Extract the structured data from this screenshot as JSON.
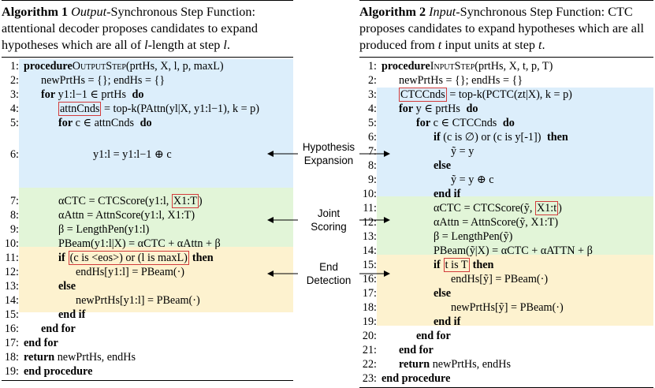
{
  "alg1": {
    "caption_label": "Algorithm 1",
    "caption_em": "Output",
    "caption_rest": "-Synchronous Step Function: attentional decoder proposes candidates to expand hypotheses which are all of ",
    "caption_var": "l",
    "caption_end": "-length at step ",
    "caption_var2": "l",
    "caption_dot": ".",
    "lines": [
      {
        "n": "1:",
        "kw": "procedure",
        "sc": "OutputStep",
        "rest": "(prtHs, X, l, p, maxL)"
      },
      {
        "n": "2:",
        "code": "newPrtHs = {}; endHs = {}"
      },
      {
        "n": "3:",
        "kw": "for",
        "rest": " y1:l−1 ∈ prtHs ",
        "kw2": "do"
      },
      {
        "n": "4:",
        "boxed": "attnCnds",
        "rest": " = top-k(PAttn(yl|X, y1:l−1), k = p)"
      },
      {
        "n": "5:",
        "kw": "for",
        "rest": " c ∈ attnCnds ",
        "kw2": "do"
      },
      {
        "n": "6:",
        "code": "y1:l = y1:l−1 ⊕ c"
      },
      {
        "n": "7:",
        "code": "αCTC = CTCScore(y1:l, ",
        "boxed": "X1:T",
        "tail": ")"
      },
      {
        "n": "8:",
        "code": "αAttn = AttnScore(y1:l, X1:T)"
      },
      {
        "n": "9:",
        "code": "β = LengthPen(y1:l)"
      },
      {
        "n": "10:",
        "code": "PBeam(y1:l|X) = αCTC + αAttn + β"
      },
      {
        "n": "11:",
        "kw": "if",
        "boxed": "(c is <eos>) or (l is maxL)",
        "kw2": "then"
      },
      {
        "n": "12:",
        "code": "endHs[y1:l] = PBeam(·)"
      },
      {
        "n": "13:",
        "kw": "else"
      },
      {
        "n": "14:",
        "code": "newPrtHs[y1:l] = PBeam(·)"
      },
      {
        "n": "15:",
        "kw": "end if"
      },
      {
        "n": "16:",
        "kw": "end for"
      },
      {
        "n": "17:",
        "kw": "end for"
      },
      {
        "n": "18:",
        "kw": "return",
        "rest": " newPrtHs, endHs"
      },
      {
        "n": "19:",
        "kw": "end procedure"
      }
    ]
  },
  "alg2": {
    "caption_label": "Algorithm 2",
    "caption_em": "Input",
    "caption_rest": "-Synchronous Step Function: CTC proposes candidates to expand hypotheses which are all produced from ",
    "caption_var": "t",
    "caption_end": " input units at step ",
    "caption_var2": "t",
    "caption_dot": ".",
    "lines": [
      {
        "n": "1:",
        "kw": "procedure",
        "sc": "InputStep",
        "rest": "(prtHs, X, t, p, T)"
      },
      {
        "n": "2:",
        "code": "newPrtHs = {}; endHs = {}"
      },
      {
        "n": "3:",
        "boxed": "CTCCnds",
        "rest": " = top-k(PCTC(zt|X), k = p)"
      },
      {
        "n": "4:",
        "kw": "for",
        "rest": " y ∈ prtHs ",
        "kw2": "do"
      },
      {
        "n": "5:",
        "kw": "for",
        "rest": " c ∈ CTCCnds ",
        "kw2": "do"
      },
      {
        "n": "6:",
        "kw": "if",
        "rest": " (c is ∅) or (c is y[-1]) ",
        "kw2": "then"
      },
      {
        "n": "7:",
        "code": "ỹ = y"
      },
      {
        "n": "8:",
        "kw": "else"
      },
      {
        "n": "9:",
        "code": "ỹ = y ⊕ c"
      },
      {
        "n": "10:",
        "kw": "end if"
      },
      {
        "n": "11:",
        "code": "αCTC = CTCScore(ỹ, ",
        "boxed": "X1:t",
        "tail": ")"
      },
      {
        "n": "12:",
        "code": "αAttn = AttnScore(ỹ, X1:T)"
      },
      {
        "n": "13:",
        "code": "β = LengthPen(ỹ)"
      },
      {
        "n": "14:",
        "code": "PBeam(ỹ|X) = αCTC + αATTN + β"
      },
      {
        "n": "15:",
        "kw": "if",
        "boxed": "t is T",
        "kw2": "then"
      },
      {
        "n": "16:",
        "code": "endHs[ỹ] = PBeam(·)"
      },
      {
        "n": "17:",
        "kw": "else"
      },
      {
        "n": "18:",
        "code": "newPrtHs[ỹ] = PBeam(·)"
      },
      {
        "n": "19:",
        "kw": "end if"
      },
      {
        "n": "20:",
        "kw": "end for"
      },
      {
        "n": "21:",
        "kw": "end for"
      },
      {
        "n": "22:",
        "kw": "return",
        "rest": " newPrtHs, endHs"
      },
      {
        "n": "23:",
        "kw": "end procedure"
      }
    ]
  },
  "labels": {
    "expansion": [
      "Hypothesis",
      "Expansion"
    ],
    "scoring": [
      "Joint",
      "Scoring"
    ],
    "detection": [
      "End",
      "Detection"
    ]
  },
  "colors": {
    "expansion_bg": "#dceefb",
    "scoring_bg": "#e2f5d8",
    "detection_bg": "#fdf2cf",
    "box": "#d23b3b"
  }
}
